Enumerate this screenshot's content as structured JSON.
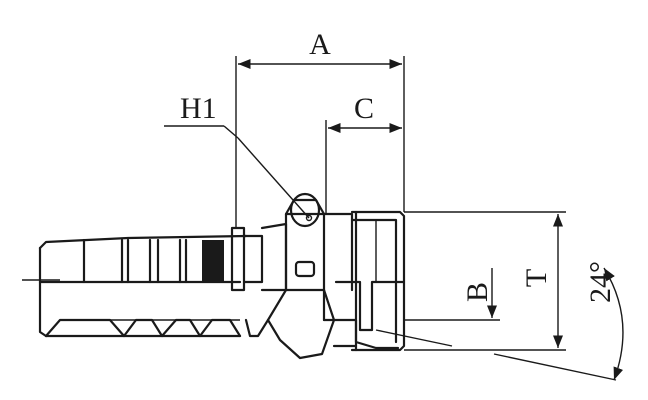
{
  "diagram": {
    "labels": {
      "a": "A",
      "c": "C",
      "h1": "H1",
      "b": "B",
      "t": "T",
      "angle": "24°"
    }
  }
}
